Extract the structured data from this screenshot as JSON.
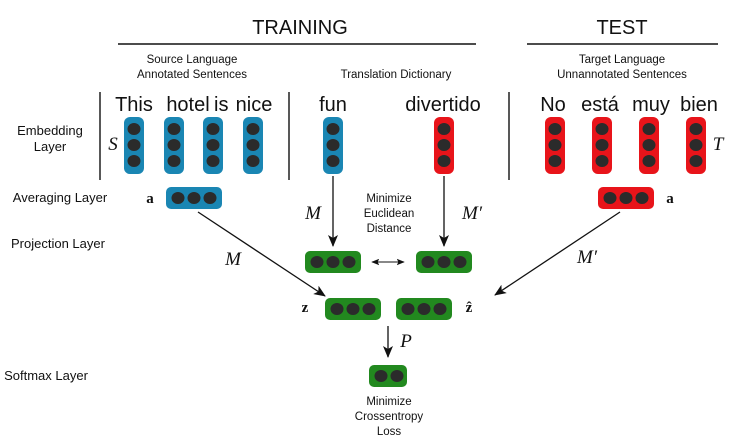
{
  "colors": {
    "source_embedding": "#1a86b3",
    "target_embedding": "#e8141a",
    "projection": "#22891f",
    "dot": "#2b2b2b",
    "arrow": "#111111"
  },
  "headers": {
    "training": "TRAINING",
    "test": "TEST"
  },
  "sections": {
    "source": {
      "line1": "Source Language",
      "line2": "Annotated Sentences"
    },
    "dictionary": {
      "line1": "Translation Dictionary"
    },
    "target": {
      "line1": "Target Language",
      "line2": "Unnannotated Sentences"
    }
  },
  "layers": {
    "embedding": {
      "line1": "Embedding",
      "line2": "Layer"
    },
    "averaging": "Averaging Layer",
    "projection": "Projection Layer",
    "softmax": "Softmax Layer"
  },
  "source_words": [
    "This",
    "hotel",
    "is",
    "nice"
  ],
  "dictionary_words": {
    "source": "fun",
    "target": "divertido"
  },
  "target_words": [
    "No",
    "está",
    "muy",
    "bien"
  ],
  "symbols": {
    "S": "S",
    "T": "T",
    "a_left": "a",
    "a_right": "a",
    "M_dict": "M",
    "Mprime_dict": "M′",
    "M_left": "M",
    "Mprime_right": "M′",
    "z": "z",
    "z_hat": "ẑ",
    "P": "P"
  },
  "annotations": {
    "euclidean": [
      "Minimize",
      "Euclidean",
      "Distance"
    ],
    "crossentropy": [
      "Minimize",
      "Crossentropy",
      "Loss"
    ]
  }
}
